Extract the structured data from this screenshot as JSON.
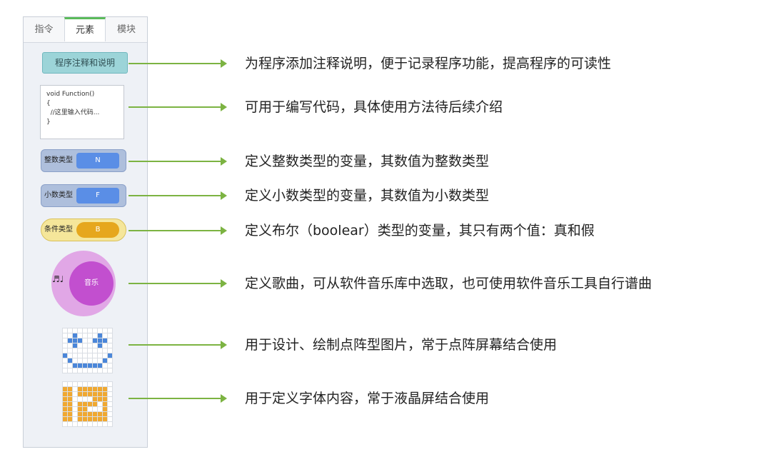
{
  "tabs": [
    "指令",
    "元素",
    "模块"
  ],
  "active_tab_index": 1,
  "blocks": {
    "comment_label": "程序注释和说明",
    "code_text": "void Function()\n{\n  //这里输入代码...\n}",
    "int_label": "整数类型",
    "int_value": "N",
    "float_label": "小数类型",
    "float_value": "F",
    "bool_label": "条件类型",
    "bool_value": "B",
    "music_note": "♬♩",
    "music_label": "音乐"
  },
  "descriptions": [
    "为程序添加注释说明，便于记录程序功能，提高程序的可读性",
    "可用于编写代码，具体使用方法待后续介绍",
    "定义整数类型的变量，其数值为整数类型",
    "定义小数类型的变量，其数值为小数类型",
    "定义布尔（boolear）类型的变量，其只有两个值：真和假",
    "定义歌曲，可从软件音乐库中选取，也可使用软件音乐工具自行谱曲",
    "用于设计、绘制点阵型图片，常于点阵屏幕结合使用",
    "用于定义字体内容，常于液晶屏结合使用"
  ],
  "colors": {
    "arrow": "#7cb342",
    "active_tab": "#5aba5a",
    "dot_on": "#4a86d9",
    "font_on": "#f0a830"
  },
  "dot_matrix_pattern": [
    "0000000000",
    "0010000100",
    "0111001110",
    "0010000100",
    "0000000000",
    "1000000001",
    "0100000010",
    "0011111100",
    "0000000000"
  ],
  "font_matrix_pattern": [
    "0000000000",
    "1101111110",
    "1101111110",
    "1100001110",
    "1101111010",
    "1101100010",
    "1101111110",
    "1101111110",
    "0000000000"
  ]
}
